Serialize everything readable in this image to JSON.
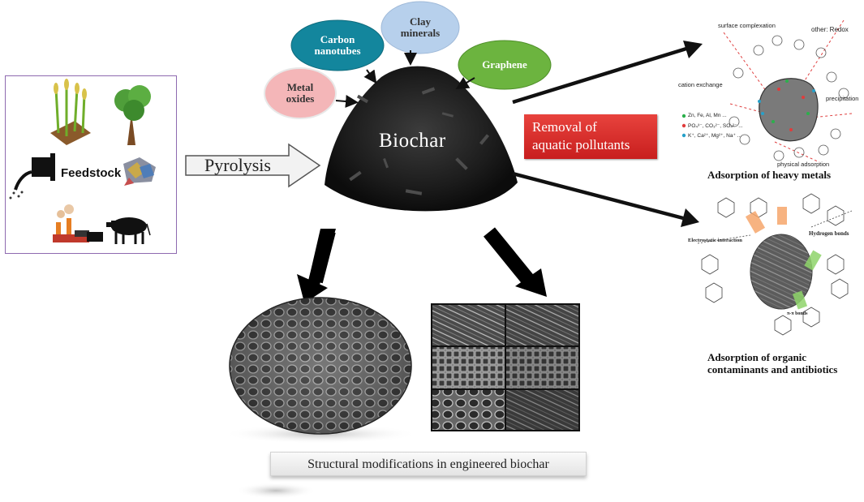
{
  "feedstock": {
    "label": "Feedstock"
  },
  "process": {
    "label": "Pyrolysis"
  },
  "product": {
    "label": "Biochar"
  },
  "modifiers": [
    {
      "label": "Metal\noxides",
      "color": "#f4b6b8"
    },
    {
      "label": "Carbon\nnanotubes",
      "color": "#13869d"
    },
    {
      "label": "Clay\nminerals",
      "color": "#b7d0ec"
    },
    {
      "label": "Graphene",
      "color": "#6cb43f"
    }
  ],
  "removal": {
    "label": "Removal of\naquatic pollutants",
    "color": "#d9302b"
  },
  "heavy_metals": {
    "caption": "Adsorption of heavy metals",
    "labels": {
      "surface": "surface complexation",
      "redox": "other: Redox",
      "cation": "cation exchange",
      "precip": "precipitation",
      "physical": "physical adsorption",
      "legend1": "Zn, Fe, Al, Mn ...",
      "legend2": "PO₄³⁻, CO₃²⁻, SO₄²⁻ ...",
      "legend3": "K⁺, Ca²⁺, Mg²⁺, Na⁺ ..."
    }
  },
  "organic": {
    "caption": "Adsorption of organic contaminants and antibiotics",
    "labels": {
      "electro": "Electrostatic interaction",
      "hbond": "Hydrogen bonds",
      "pi": "π-π bonds"
    }
  },
  "structural": {
    "label": "Structural modifications in engineered biochar"
  }
}
